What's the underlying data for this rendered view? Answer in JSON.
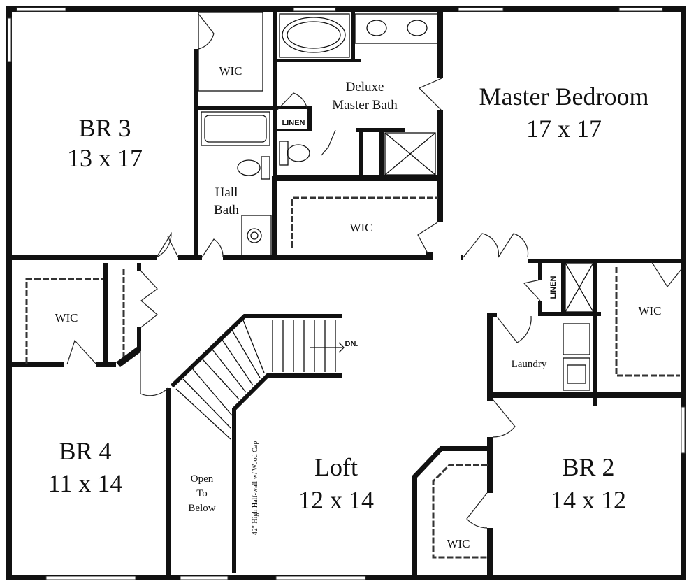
{
  "plan": {
    "title": "Second Floor Plan",
    "colors": {
      "wall": "#111111",
      "background": "#ffffff"
    },
    "rooms": {
      "br3": {
        "name": "BR 3",
        "size": "13 x 17"
      },
      "master_bedroom": {
        "name": "Master Bedroom",
        "size": "17 x 17"
      },
      "br4": {
        "name": "BR 4",
        "size": "11 x 14"
      },
      "loft": {
        "name": "Loft",
        "size": "12 x 14"
      },
      "br2": {
        "name": "BR 2",
        "size": "14 x 12"
      },
      "deluxe_master_bath": {
        "line1": "Deluxe",
        "line2": "Master Bath"
      },
      "hall_bath": {
        "line1": "Hall",
        "line2": "Bath"
      },
      "open_to_below": {
        "line1": "Open",
        "line2": "To",
        "line3": "Below"
      },
      "laundry": {
        "name": "Laundry"
      },
      "wic_label": "WIC",
      "linen_label": "LINEN"
    },
    "annotations": {
      "stairs_down": "DN.",
      "half_wall": "42\" High Half-wall w/ Wood Cap"
    }
  }
}
